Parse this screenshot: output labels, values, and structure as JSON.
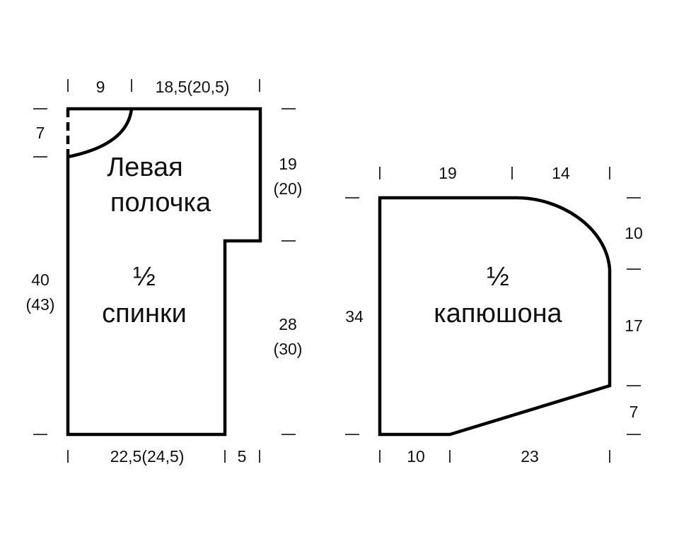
{
  "pattern_left": {
    "top_widths": [
      "9",
      "18,5(20,5)"
    ],
    "neck_depth": "7",
    "side_height": [
      "40",
      "(43)"
    ],
    "right_upper": [
      "19",
      "(20)"
    ],
    "right_lower": [
      "28",
      "(30)"
    ],
    "bottom_widths": [
      "22,5(24,5)",
      "5"
    ],
    "label_front": [
      "Левая",
      "полочка"
    ],
    "label_back": [
      "½",
      "спинки"
    ]
  },
  "pattern_right": {
    "top_widths": [
      "19",
      "14"
    ],
    "left_height": "34",
    "right_segments": [
      "10",
      "17",
      "7"
    ],
    "bottom_widths": [
      "10",
      "23"
    ],
    "label": [
      "½",
      "капюшона"
    ]
  }
}
